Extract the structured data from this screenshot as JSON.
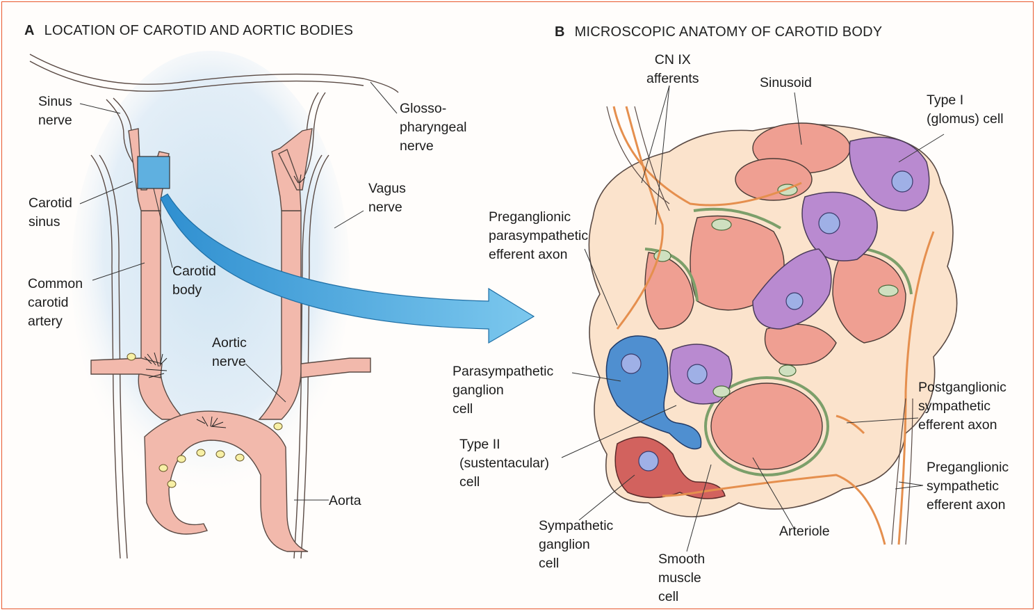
{
  "panel_a": {
    "letter": "A",
    "title": "LOCATION OF CAROTID AND AORTIC BODIES",
    "labels": {
      "sinus_nerve": "Sinus\nnerve",
      "glossopharyngeal_nerve": "Glosso-\npharyngeal\nnerve",
      "carotid_sinus": "Carotid\nsinus",
      "vagus_nerve": "Vagus\nnerve",
      "common_carotid_artery": "Common\ncarotid\nartery",
      "carotid_body": "Carotid\nbody",
      "aortic_nerve": "Aortic\nnerve",
      "aorta": "Aorta"
    }
  },
  "panel_b": {
    "letter": "B",
    "title": "MICROSCOPIC ANATOMY OF CAROTID BODY",
    "labels": {
      "cn_ix_afferents": "CN IX\nafferents",
      "sinusoid": "Sinusoid",
      "type_i_cell": "Type I\n(glomus) cell",
      "preganglionic_parasympathetic": "Preganglionic\nparasympathetic\nefferent axon",
      "parasympathetic_ganglion_cell": "Parasympathetic\nganglion\ncell",
      "type_ii_cell": "Type II\n(sustentacular)\ncell",
      "postganglionic_sympathetic": "Postganglionic\nsympathetic\nefferent axon",
      "preganglionic_sympathetic": "Preganglionic\nsympathetic\nefferent axon",
      "sympathetic_ganglion_cell": "Sympathetic\nganglion\ncell",
      "smooth_muscle_cell": "Smooth\nmuscle\ncell",
      "arteriole": "Arteriole"
    }
  },
  "colors": {
    "vessel": "#f2b9ac",
    "vessel_outline": "#5a4a44",
    "background_glow": "#cfe4f2",
    "arrow": "#4aa9dc",
    "tissue": "#fbe3cc",
    "sinusoid": "#ef9f92",
    "glomus_cell": "#b98ad0",
    "parasympathetic_cell": "#4f8fd0",
    "sympathetic_cell": "#d2625e",
    "sustentacular_cell": "#cfe0c0",
    "axon": "#e58f4e",
    "nucleus": "#9fb0e6"
  }
}
